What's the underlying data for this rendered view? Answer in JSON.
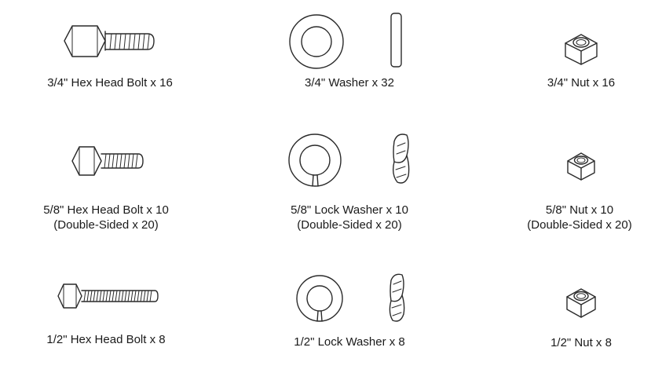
{
  "parts": {
    "bolt_34": {
      "line1": "3/4\" Hex Head Bolt x 16"
    },
    "washer_34": {
      "line1": "3/4\" Washer x 32"
    },
    "nut_34": {
      "line1": "3/4\" Nut x 16"
    },
    "bolt_58": {
      "line1": "5/8\" Hex Head Bolt x 10",
      "line2": "(Double-Sided x 20)"
    },
    "lockwasher_58": {
      "line1": "5/8\" Lock Washer x 10",
      "line2": "(Double-Sided x 20)"
    },
    "nut_58": {
      "line1": "5/8\" Nut x 10",
      "line2": "(Double-Sided x 20)"
    },
    "bolt_12": {
      "line1": "1/2\" Hex Head Bolt x 8"
    },
    "lockwasher_12": {
      "line1": "1/2\" Lock Washer x 8"
    },
    "nut_12": {
      "line1": "1/2\" Nut x 8"
    }
  }
}
